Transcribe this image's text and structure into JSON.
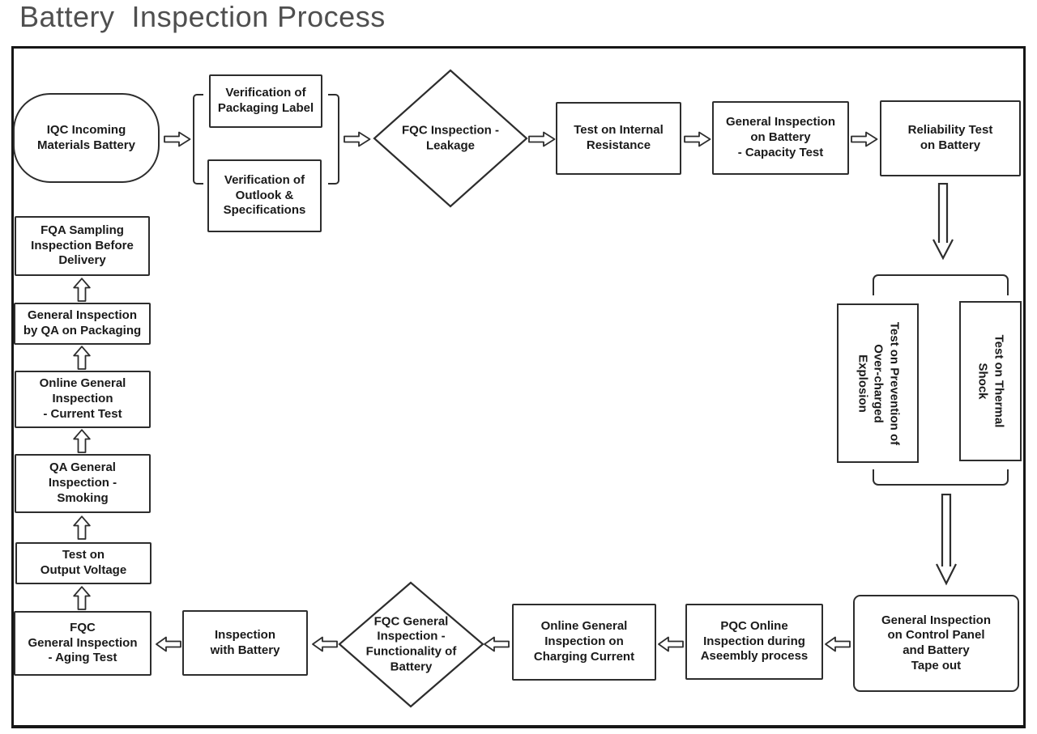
{
  "title": "Battery  Inspection Process",
  "colors": {
    "background": "#ffffff",
    "line": "#2d2d2d",
    "frame": "#161616",
    "text": "#1a1a1a",
    "title_text": "#4f4f4f"
  },
  "icons": {
    "flow-arrow-right-icon": "⇨",
    "flow-arrow-left-icon": "⇦",
    "flow-arrow-up-icon": "⇧",
    "flow-arrow-down-icon": "⇩",
    "grouping-bracket": "[ ]"
  },
  "flow": {
    "top_row": {
      "start": "IQC Incoming\nMaterials Battery",
      "verification_packaging": "Verification of\nPackaging Label",
      "verification_outlook": "Verification of\nOutlook &\nSpecifications",
      "fqc_leakage": "FQC Inspection -\nLeakage",
      "internal_resistance": "Test on Internal\nResistance",
      "capacity_test": "General Inspection\non Battery\n- Capacity Test",
      "reliability": "Reliability Test\non Battery"
    },
    "right_column": {
      "overcharge_explosion": "Test on Prevention of\nOver-charged\nExplosion",
      "thermal_shock": "Test on Thermal\nShock",
      "control_panel": "General Inspection\non Control Panel\nand Battery\nTape out"
    },
    "bottom_row": {
      "pqc_assembly": "PQC Online\nInspection during\nAseembly process",
      "charging_current": "Online General\nInspection on\nCharging Current",
      "fqc_functionality": "FQC General\nInspection -\nFunctionality of\nBattery",
      "inspection_with_battery": "Inspection\nwith Battery"
    },
    "left_column": {
      "aging_test": "FQC\nGeneral Inspection\n- Aging Test",
      "output_voltage": "Test on\nOutput Voltage",
      "smoking": "QA General\nInspection -\nSmoking",
      "current_test": "Online General\nInspection\n- Current Test",
      "qa_packaging": "General Inspection\nby QA on Packaging",
      "fqa_sampling": "FQA Sampling\nInspection Before\nDelivery"
    }
  }
}
